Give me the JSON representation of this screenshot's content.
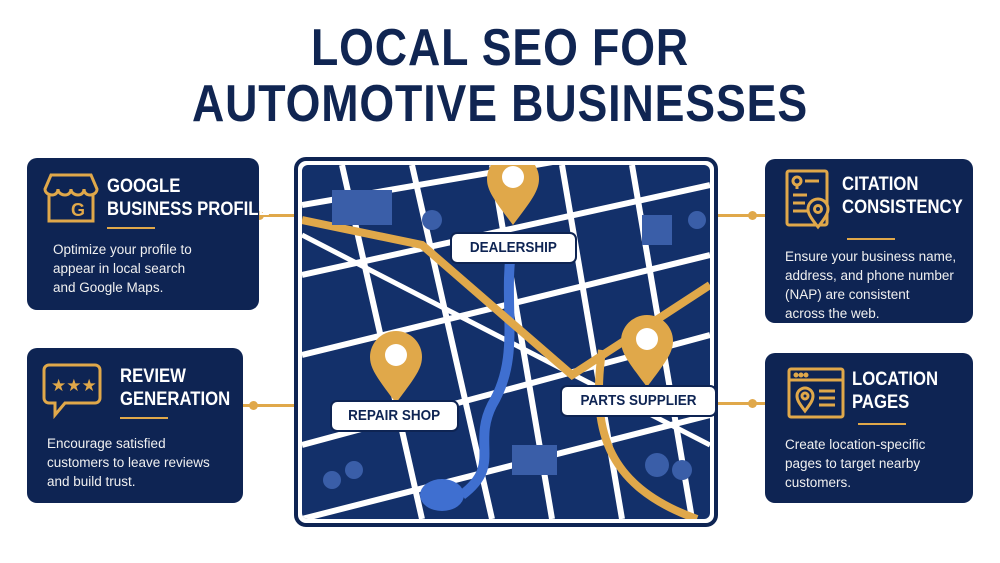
{
  "title": {
    "line1": "LOCAL SEO FOR",
    "line2": "AUTOMOTIVE BUSINESSES"
  },
  "colors": {
    "navy": "#0e2453",
    "gold": "#e0a84a",
    "river": "#3f6fd0"
  },
  "cards": [
    {
      "title1": "GOOGLE",
      "title2": "BUSINESS PROFILE",
      "icon": "storefront-icon",
      "desc": [
        "Optimize your profile to",
        "appear in local search",
        "and Google Maps."
      ]
    },
    {
      "title1": "REVIEW",
      "title2": "GENERATION",
      "icon": "review-stars-icon",
      "desc": [
        "Encourage satisfied",
        "customers to leave reviews",
        "and build trust."
      ]
    },
    {
      "title1": "CITATION",
      "title2": "CONSISTENCY",
      "icon": "citation-document-icon",
      "desc": [
        "Ensure your business name,",
        "address, and phone number",
        "(NAP) are consistent",
        "across the web."
      ]
    },
    {
      "title1": "LOCATION",
      "title2": "PAGES",
      "icon": "location-page-icon",
      "desc": [
        "Create location-specific",
        "pages to target nearby",
        "customers."
      ]
    }
  ],
  "map": {
    "pins": [
      {
        "label": "DEALERSHIP"
      },
      {
        "label": "REPAIR SHOP"
      },
      {
        "label": "PARTS SUPPLIER"
      }
    ]
  }
}
